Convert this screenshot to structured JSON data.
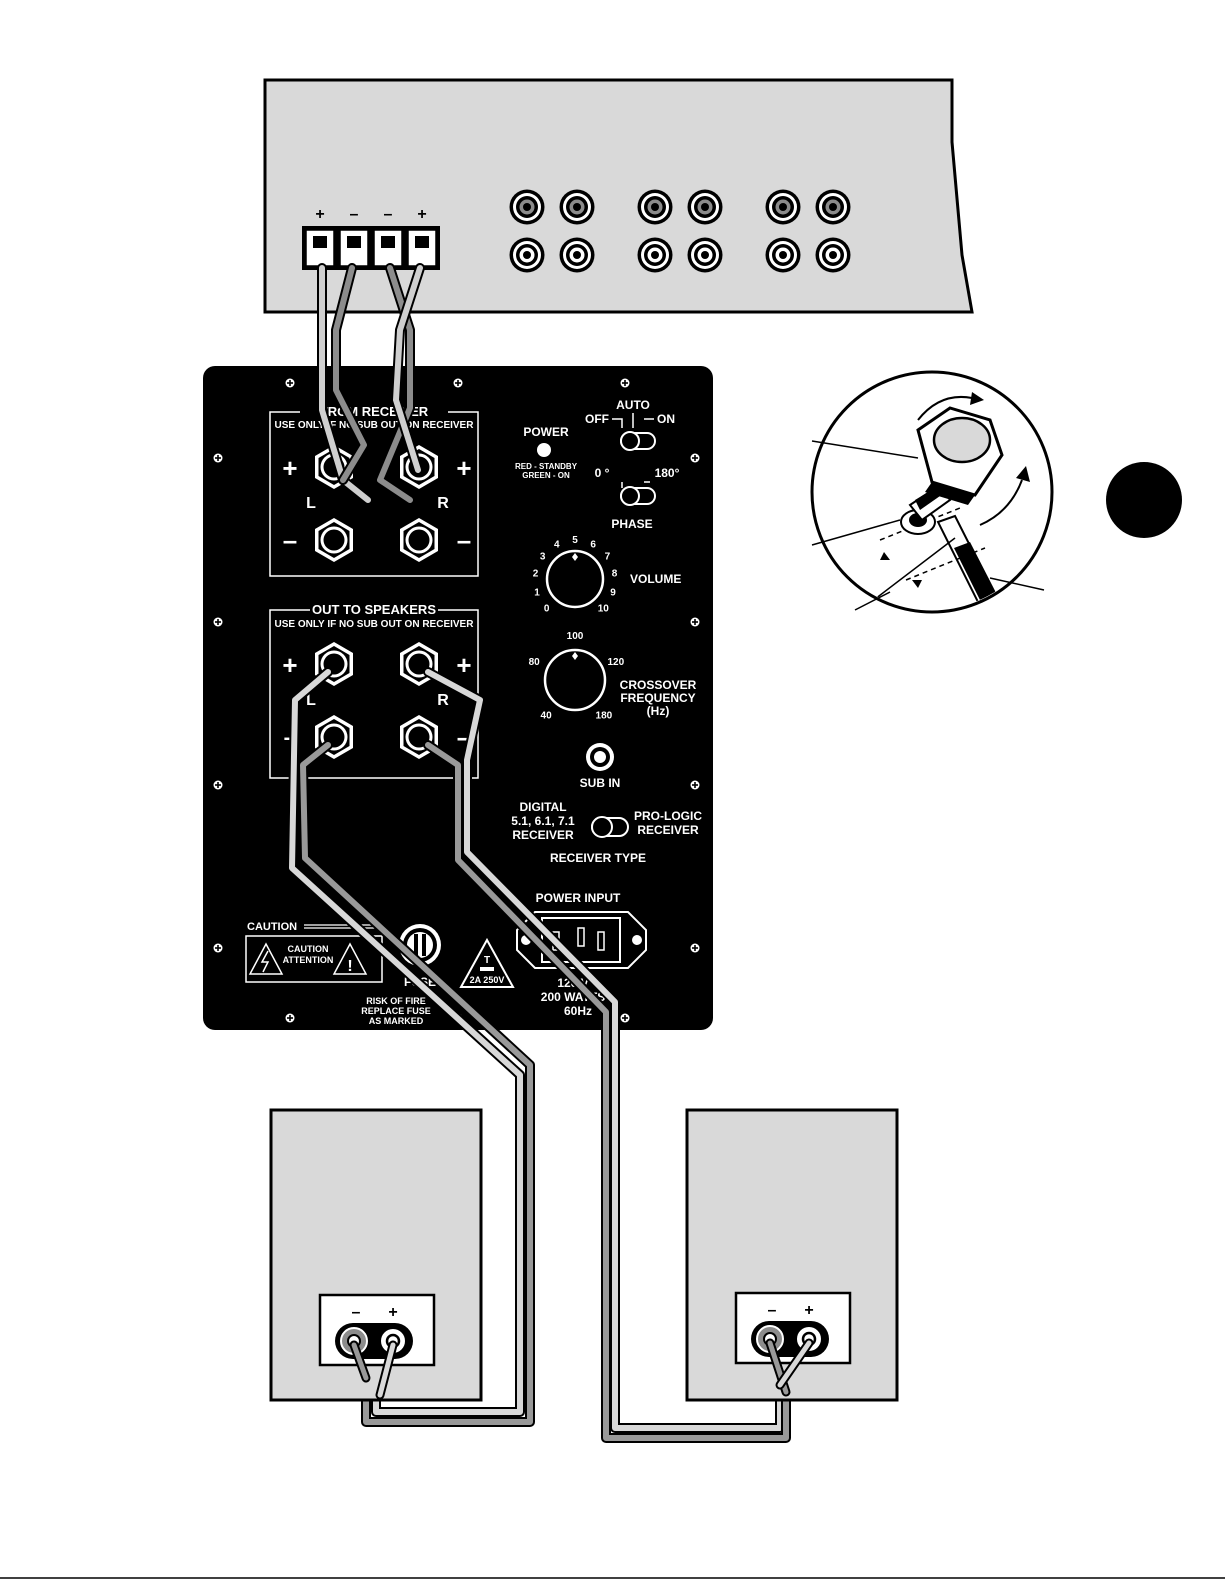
{
  "receiver": {
    "terminal_signs": [
      "+",
      "–",
      "–",
      "+"
    ]
  },
  "panel": {
    "from_receiver": {
      "title": "FROM RECEIVER",
      "subtitle": "USE ONLY IF NO SUB OUT ON RECEIVER",
      "plus": "+",
      "minus": "–",
      "left": "L",
      "right": "R"
    },
    "out_to_speakers": {
      "title": "OUT TO SPEAKERS",
      "subtitle": "USE ONLY IF NO SUB OUT ON RECEIVER",
      "plus": "+",
      "minus": "-",
      "minus_right": "–",
      "left": "L",
      "right": "R"
    },
    "power": {
      "label": "POWER",
      "note_line1": "RED - STANDBY",
      "note_line2": "GREEN - ON"
    },
    "mode": {
      "off": "OFF",
      "auto": "AUTO",
      "on": "ON"
    },
    "phase": {
      "zero": "0 °",
      "one_eighty": "180°",
      "label": "PHASE"
    },
    "volume": {
      "label": "VOLUME",
      "ticks": [
        "0",
        "1",
        "2",
        "3",
        "4",
        "5",
        "6",
        "7",
        "8",
        "9",
        "10"
      ]
    },
    "crossover": {
      "line1": "CROSSOVER",
      "line2": "FREQUENCY",
      "unit": "(Hz)",
      "ticks": [
        "40",
        "80",
        "100",
        "120",
        "180"
      ]
    },
    "sub_in": "SUB IN",
    "receiver_type": {
      "digital_line1": "DIGITAL",
      "digital_line2": "5.1, 6.1, 7.1",
      "digital_line3": "RECEIVER",
      "prologic_line1": "PRO-LOGIC",
      "prologic_line2": "RECEIVER",
      "label": "RECEIVER TYPE"
    },
    "power_input": {
      "label": "POWER INPUT",
      "line1": "120 V",
      "line2": "200 WATTS",
      "line3": "60Hz"
    },
    "caution": {
      "header": "CAUTION",
      "box_line1": "CAUTION",
      "box_line2": "ATTENTION"
    },
    "fuse": {
      "label": "FUSE",
      "line1": "RISK OF FIRE",
      "line2": "REPLACE FUSE",
      "line3": "AS MARKED",
      "rating_letter": "T",
      "rating": "2A 250V"
    }
  },
  "speakers": {
    "left": {
      "minus": "–",
      "plus": "+"
    },
    "right": {
      "minus": "–",
      "plus": "+"
    }
  },
  "colors": {
    "panel": "#000000",
    "receiver_body": "#d9d9d9",
    "speaker_body": "#d9d9d9",
    "wire_light": "#cfcfcf",
    "wire_dark": "#8c8c8c"
  }
}
